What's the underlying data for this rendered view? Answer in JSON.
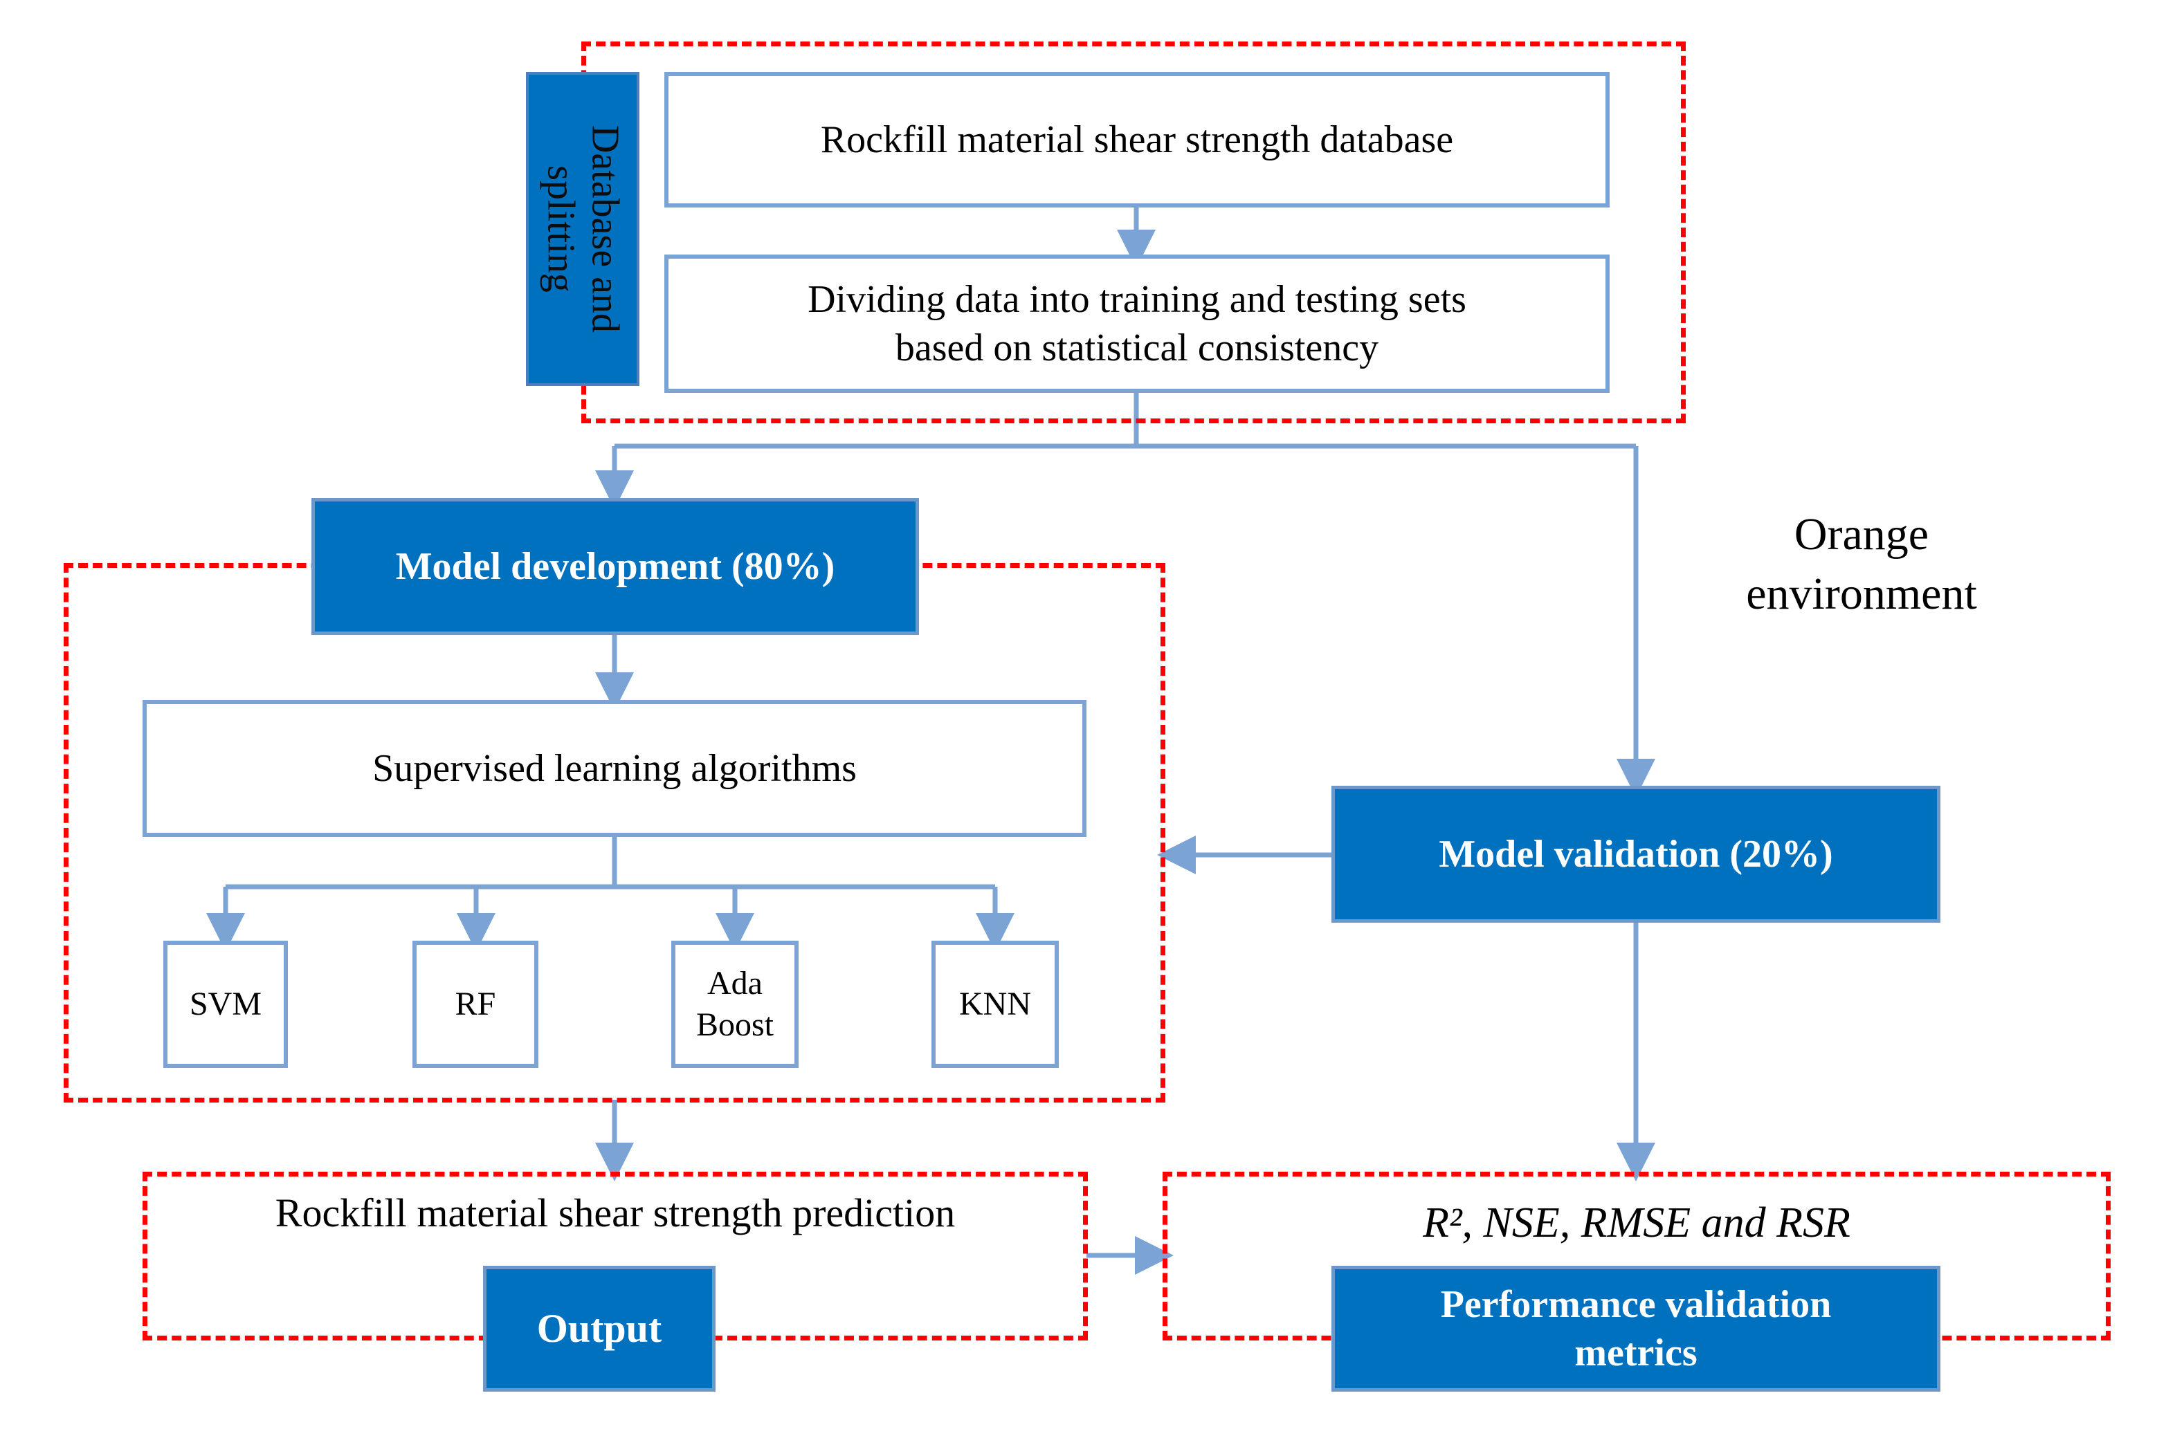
{
  "section_label": "Database and splitting",
  "database_box": "Rockfill material shear strength database",
  "split_box": {
    "line1": "Dividing data into training and testing sets",
    "line2": "based on statistical consistency"
  },
  "model_development": "Model development (80%)",
  "supervised_box": "Supervised learning algorithms",
  "algorithms": {
    "svm": "SVM",
    "rf": "RF",
    "ada_line1": "Ada",
    "ada_line2": "Boost",
    "knn": "KNN"
  },
  "environment": {
    "line1": "Orange",
    "line2": "environment"
  },
  "model_validation": "Model validation (20%)",
  "prediction_label": "Rockfill material shear strength prediction",
  "output_label": "Output",
  "metrics_list": "R², NSE, RMSE and RSR",
  "metrics_box": {
    "line1": "Performance validation",
    "line2": "metrics"
  },
  "colors": {
    "dash_border": "#ff0000",
    "blue_fill": "#0071bf",
    "connector": "#7ba3d3"
  }
}
